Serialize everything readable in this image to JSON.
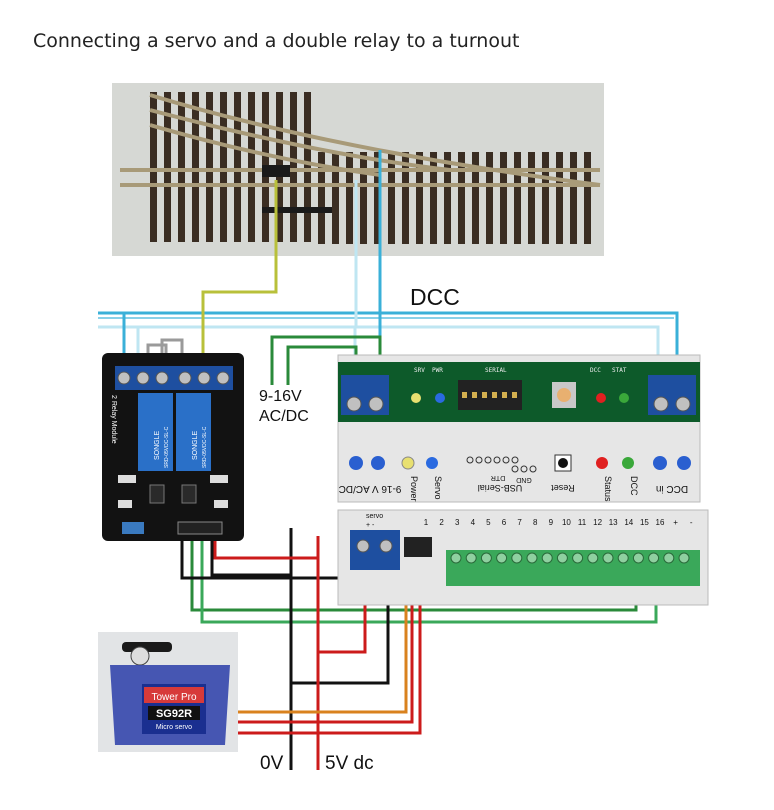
{
  "title": "Connecting a servo and a double relay to a turnout",
  "labels": {
    "dcc": "DCC",
    "supply": [
      "9-16V",
      "AC/DC"
    ],
    "zero_v": "0V",
    "five_v": "5V dc"
  },
  "relay_module": {
    "side_text": "2 Relay Module",
    "relay_brand": "SONGLE",
    "relay_model": "SRD-05VDC-SL-C"
  },
  "decoder": {
    "silk_top": [
      "SRV",
      "PWR",
      "SERIAL",
      "DCC",
      "STAT"
    ],
    "silk_bottom": [
      "DTR",
      "GND",
      "USB-Serial",
      "Reset"
    ],
    "case_labels": [
      "9-16 V AC/DC",
      "Power",
      "Servo",
      "Status",
      "DCC",
      "DCC in"
    ],
    "io_header": "servo",
    "io_plus_minus": "+ -",
    "pin_numbers": [
      "1",
      "2",
      "3",
      "4",
      "5",
      "6",
      "7",
      "8",
      "9",
      "10",
      "11",
      "12",
      "13",
      "14",
      "15",
      "16",
      "+",
      "-"
    ]
  },
  "servo": {
    "brand": "Tower Pro",
    "model": "SG92R",
    "type": "Micro servo"
  },
  "colors": {
    "dcc_wire": "#3ab0d8",
    "dcc_wire_light": "#bfe6f2",
    "supply_wire": "#2a8a3a",
    "relay_signal_wire": "#3aa85a",
    "servo_signal_wire": "#d9821e",
    "plus5_wire": "#cc1b1b",
    "ground_wire": "#111111",
    "frog_wire": "#b8c03a",
    "terminal_blue": "#1e4fa0",
    "relay_body": "#2a70c8",
    "pcb_green": "#0d5a2a",
    "track_tie": "#3a2d22",
    "rail": "#a89a78"
  }
}
